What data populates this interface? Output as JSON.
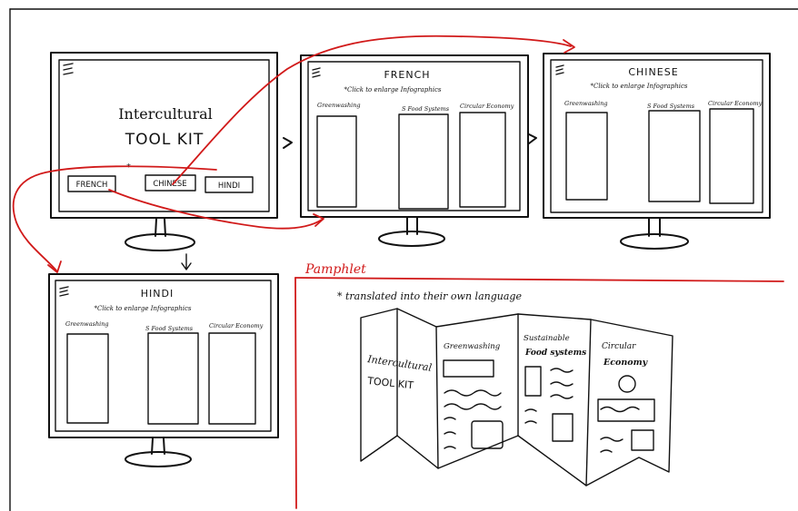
{
  "intro_screen": {
    "title_line1": "Intercultural",
    "title_line2": "TOOL KIT",
    "buttons": [
      "FRENCH",
      "CHINESE",
      "HINDI"
    ]
  },
  "language_screens": [
    {
      "title": "FRENCH",
      "subtitle": "*Click to enlarge Infographics",
      "columns": [
        "Greenwashing",
        "S Food Systems",
        "Circular Economy"
      ]
    },
    {
      "title": "CHINESE",
      "subtitle": "*Click to enlarge Infographics",
      "columns": [
        "Greenwashing",
        "S Food Systems",
        "Circular Economy"
      ]
    },
    {
      "title": "HINDI",
      "subtitle": "*Click to enlarge Infographics",
      "columns": [
        "Greenwashing",
        "S Food Systems",
        "Circular Economy"
      ]
    }
  ],
  "pamphlet": {
    "heading": "Pamphlet",
    "note": "* translated into their own language",
    "cover_line1": "Intercultural",
    "cover_line2": "TOOL KIT",
    "panel_greenwashing": "Greenwashing",
    "panel_food_line1": "Sustainable",
    "panel_food_line2": "Food systems",
    "panel_circular_line1": "Circular",
    "panel_circular_line2": "Economy"
  },
  "colors": {
    "ink": "#111111",
    "annotation": "#d11a1a",
    "paper": "#ffffff"
  }
}
